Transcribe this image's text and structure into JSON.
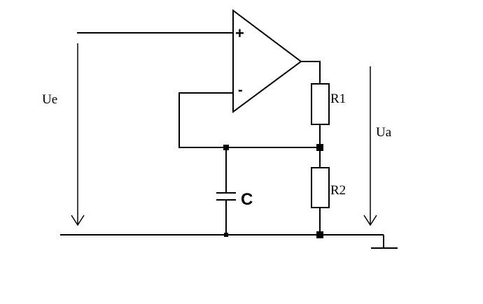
{
  "labels": {
    "input_voltage": "Ue",
    "output_voltage": "Ua",
    "resistor_1": "R1",
    "resistor_2": "R2",
    "capacitor": "C",
    "plus_input": "+",
    "minus_input": "-"
  },
  "colors": {
    "line": "#000000",
    "background": "#ffffff"
  }
}
